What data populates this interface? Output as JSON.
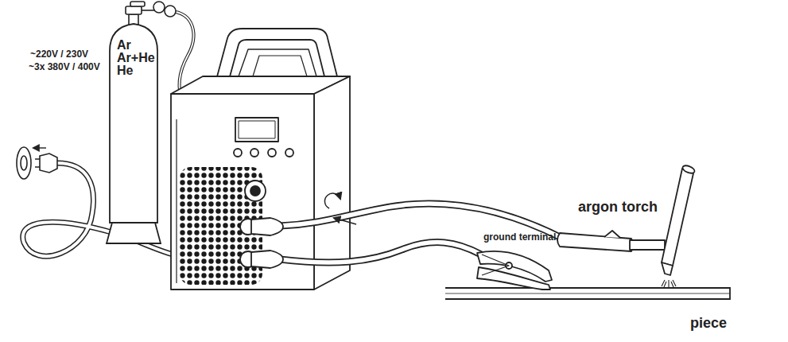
{
  "diagram": {
    "nodes": [
      {
        "text": [
          "Ar",
          "Ar+He",
          "He"
        ]
      }
    ],
    "labels": [
      "~220V / 230V",
      "~3x 380V / 400V",
      "argon torch",
      "ground terminal",
      "piece"
    ]
  }
}
